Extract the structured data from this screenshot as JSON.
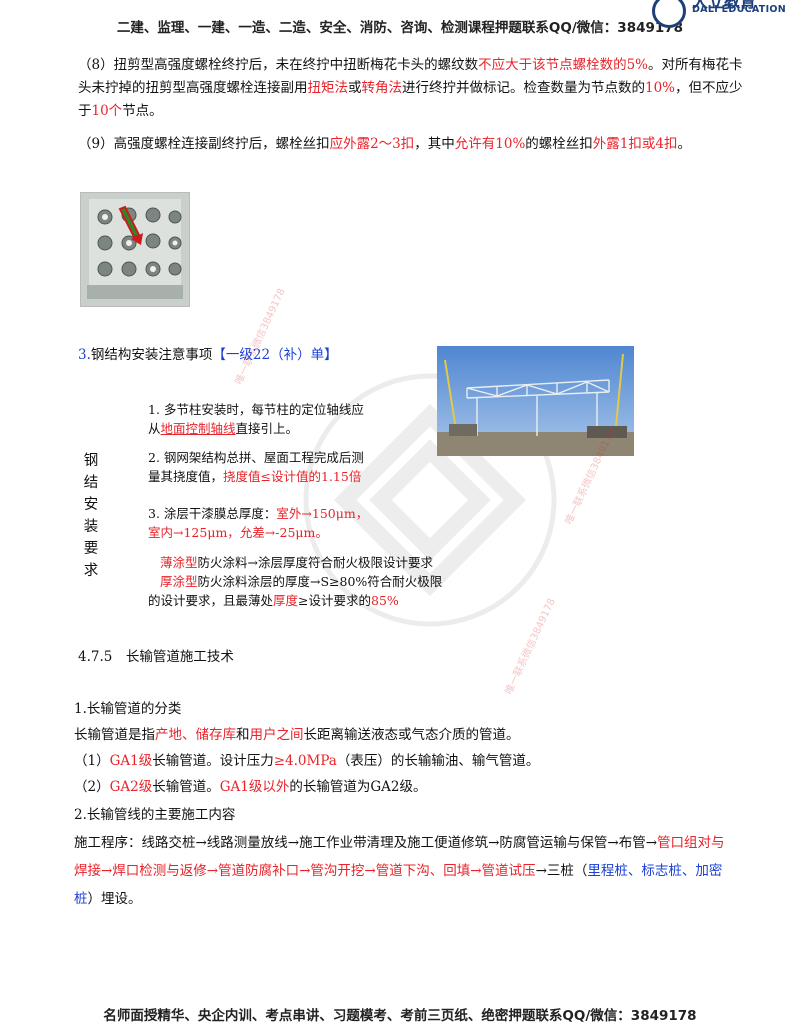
{
  "header": {
    "text": "二建、监理、一建、一造、二造、安全、消防、咨询、检测课程押题联系QQ/微信：3849178",
    "logo_cn": "大立教育",
    "logo_en": "DALI EDUCATION"
  },
  "para8": {
    "l1a": "（8）扭剪型高强度螺栓终拧后，未在终拧中扭断梅花卡头的螺纹数",
    "l1b": "不应大于该节点螺栓数的5%",
    "l1c": "。对所有梅花卡",
    "l2a": "头未拧掉的扭剪型高强度螺栓连接副用",
    "l2b": "扭矩法",
    "l2c": "或",
    "l2d": "转角法",
    "l2e": "进行终拧并做标记。检查数量为节点数的",
    "l2f": "10%",
    "l2g": "，但不应少",
    "l3a": "于",
    "l3b": "10个",
    "l3c": "节点。"
  },
  "para9": {
    "a": "（9）高强度螺栓连接副终拧后，螺栓丝扣",
    "b": "应外露2～3扣",
    "c": "，其中",
    "d": "允许有10%",
    "e": "的螺栓丝扣",
    "f": "外露1扣或4扣",
    "g": "。"
  },
  "sec3": {
    "num": "3.",
    "title": "钢结构安装注意事项",
    "tag": "【一级22（补）单】"
  },
  "box": {
    "side_title": [
      "钢",
      "结",
      "安",
      "装",
      "要",
      "求"
    ],
    "i1a": "1. 多节柱安装时，每节柱的定位轴线应",
    "i1b": "从",
    "i1c": "地面控制轴线",
    "i1d": "直接引上。",
    "i2a": "2. 钢网架结构总拼、屋面工程完成后测",
    "i2b": "量其挠度值，",
    "i2c": "挠度值≤设计值的1.15倍",
    "i3a": "3. 涂层干漆膜总厚度：",
    "i3b": "室外→150μm，",
    "i3c": "室内→125μm，允差→-25μm。",
    "i4a": "薄涂型",
    "i4b": "防火涂料→涂层厚度符合耐火极限设计要求",
    "i4c": "厚涂型",
    "i4d": "防火涂料涂层的厚度→S≥80%符合耐火极限",
    "i4e": "的设计要求，且最薄处",
    "i4f": "厚度",
    "i4g": "≥设计要求的",
    "i4h": "85%"
  },
  "sec475": "4.7.5　长输管道施工技术",
  "s1": {
    "heading": "1.长输管道的分类",
    "def_a": "长输管道是指",
    "def_b": "产地、储存库",
    "def_c": "和",
    "def_d": "用户之间",
    "def_e": "长距离输送液态或气态介质的管道。",
    "ga1_a": "（1）",
    "ga1_b": "GA1级",
    "ga1_c": "长输管道。设计压力",
    "ga1_d": "≥4.0MPa",
    "ga1_e": "（表压）的长输输油、输气管道。",
    "ga2_a": "（2）",
    "ga2_b": "GA2级",
    "ga2_c": "长输管道。",
    "ga2_d": "GA1级以外",
    "ga2_e": "的长输管道为GA2级。"
  },
  "s2": {
    "heading": "2.长输管线的主要施工内容",
    "l1a": "施工程序：线路交桩→线路测量放线→施工作业带清理及施工便道修筑→防腐管运输与保管→布管→",
    "l1b": "管口组对与",
    "l2a": "焊接→焊口检测与返修→管道防腐补口→管沟开挖→管道下沟、回填→管道试压",
    "l2b": "→三桩（",
    "l2c": "里程桩、标志桩、加密",
    "l3a": "桩",
    "l3b": "）埋设。"
  },
  "watermarks": [
    "唯一联系微信3849178",
    "唯一联系微信3849178",
    "唯一联系微信3849178"
  ],
  "footer": "名师面授精华、央企内训、考点串讲、习题模考、考前三页纸、绝密押题联系QQ/微信：3849178"
}
